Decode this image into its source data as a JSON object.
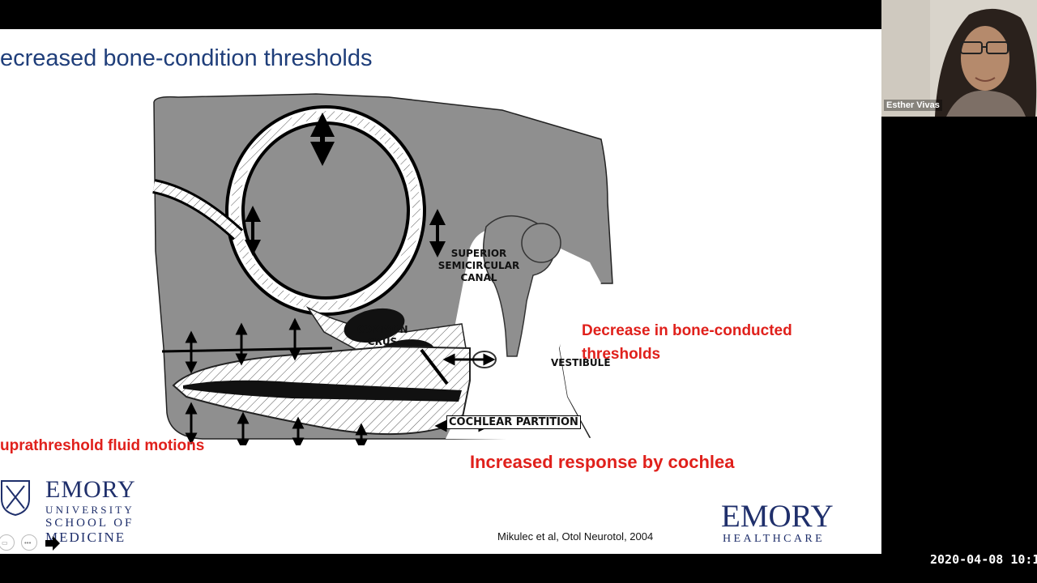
{
  "slide": {
    "title": "ecreased bone-condition thresholds",
    "diagram_labels": {
      "superior": "SUPERIOR SEMICIRCULAR CANAL",
      "crus": "COMMON CRUS",
      "vestibule": "VESTIBULE",
      "cochlear_partition": "COCHLEAR PARTITION"
    },
    "callouts": {
      "bone": "Decrease in bone-conducted thresholds",
      "fluid": "uprathreshold fluid motions",
      "cochlea": "Increased response by cochlea"
    },
    "citation": "Mikulec et al, Otol Neurotol, 2004",
    "som_logo": {
      "emory": "EMORY",
      "university": "UNIVERSITY",
      "school_of": "SCHOOL OF",
      "medicine": "MEDICINE"
    },
    "hc_logo": {
      "emory": "EMORY",
      "healthcare": "HEALTHCARE"
    }
  },
  "webcam": {
    "participant_name": "Esther Vivas"
  },
  "timestamp": "2020-04-08 10:1",
  "colors": {
    "title": "#1f3e7a",
    "callout": "#e0201b",
    "logo": "#1f2f6b",
    "diagram_fill": "#8f8f8f"
  }
}
